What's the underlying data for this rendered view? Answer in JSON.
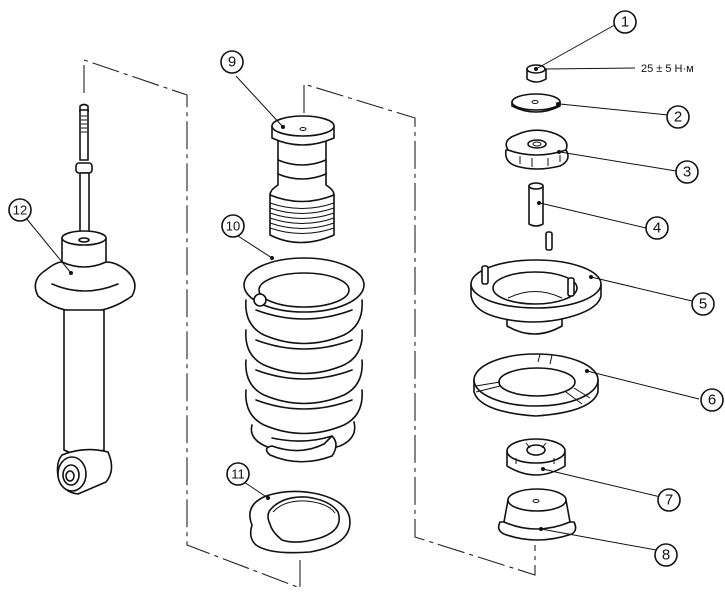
{
  "diagram": {
    "title": "",
    "type": "exploded-view",
    "subject": "rear suspension strut assembly",
    "callouts": [
      {
        "id": "1",
        "label": "1",
        "part": "nut"
      },
      {
        "id": "2",
        "label": "2",
        "part": "washer"
      },
      {
        "id": "3",
        "label": "3",
        "part": "rubber cushion"
      },
      {
        "id": "4",
        "label": "4",
        "part": "spacer sleeve"
      },
      {
        "id": "5",
        "label": "5",
        "part": "upper mount"
      },
      {
        "id": "6",
        "label": "6",
        "part": "upper spring seat"
      },
      {
        "id": "7",
        "label": "7",
        "part": "lower cushion"
      },
      {
        "id": "8",
        "label": "8",
        "part": "dust cap"
      },
      {
        "id": "9",
        "label": "9",
        "part": "bump stop"
      },
      {
        "id": "10",
        "label": "10",
        "part": "coil spring"
      },
      {
        "id": "11",
        "label": "11",
        "part": "lower spring insulator"
      },
      {
        "id": "12",
        "label": "12",
        "part": "shock absorber"
      }
    ],
    "torque_spec": "25 ± 5 Н·м"
  }
}
